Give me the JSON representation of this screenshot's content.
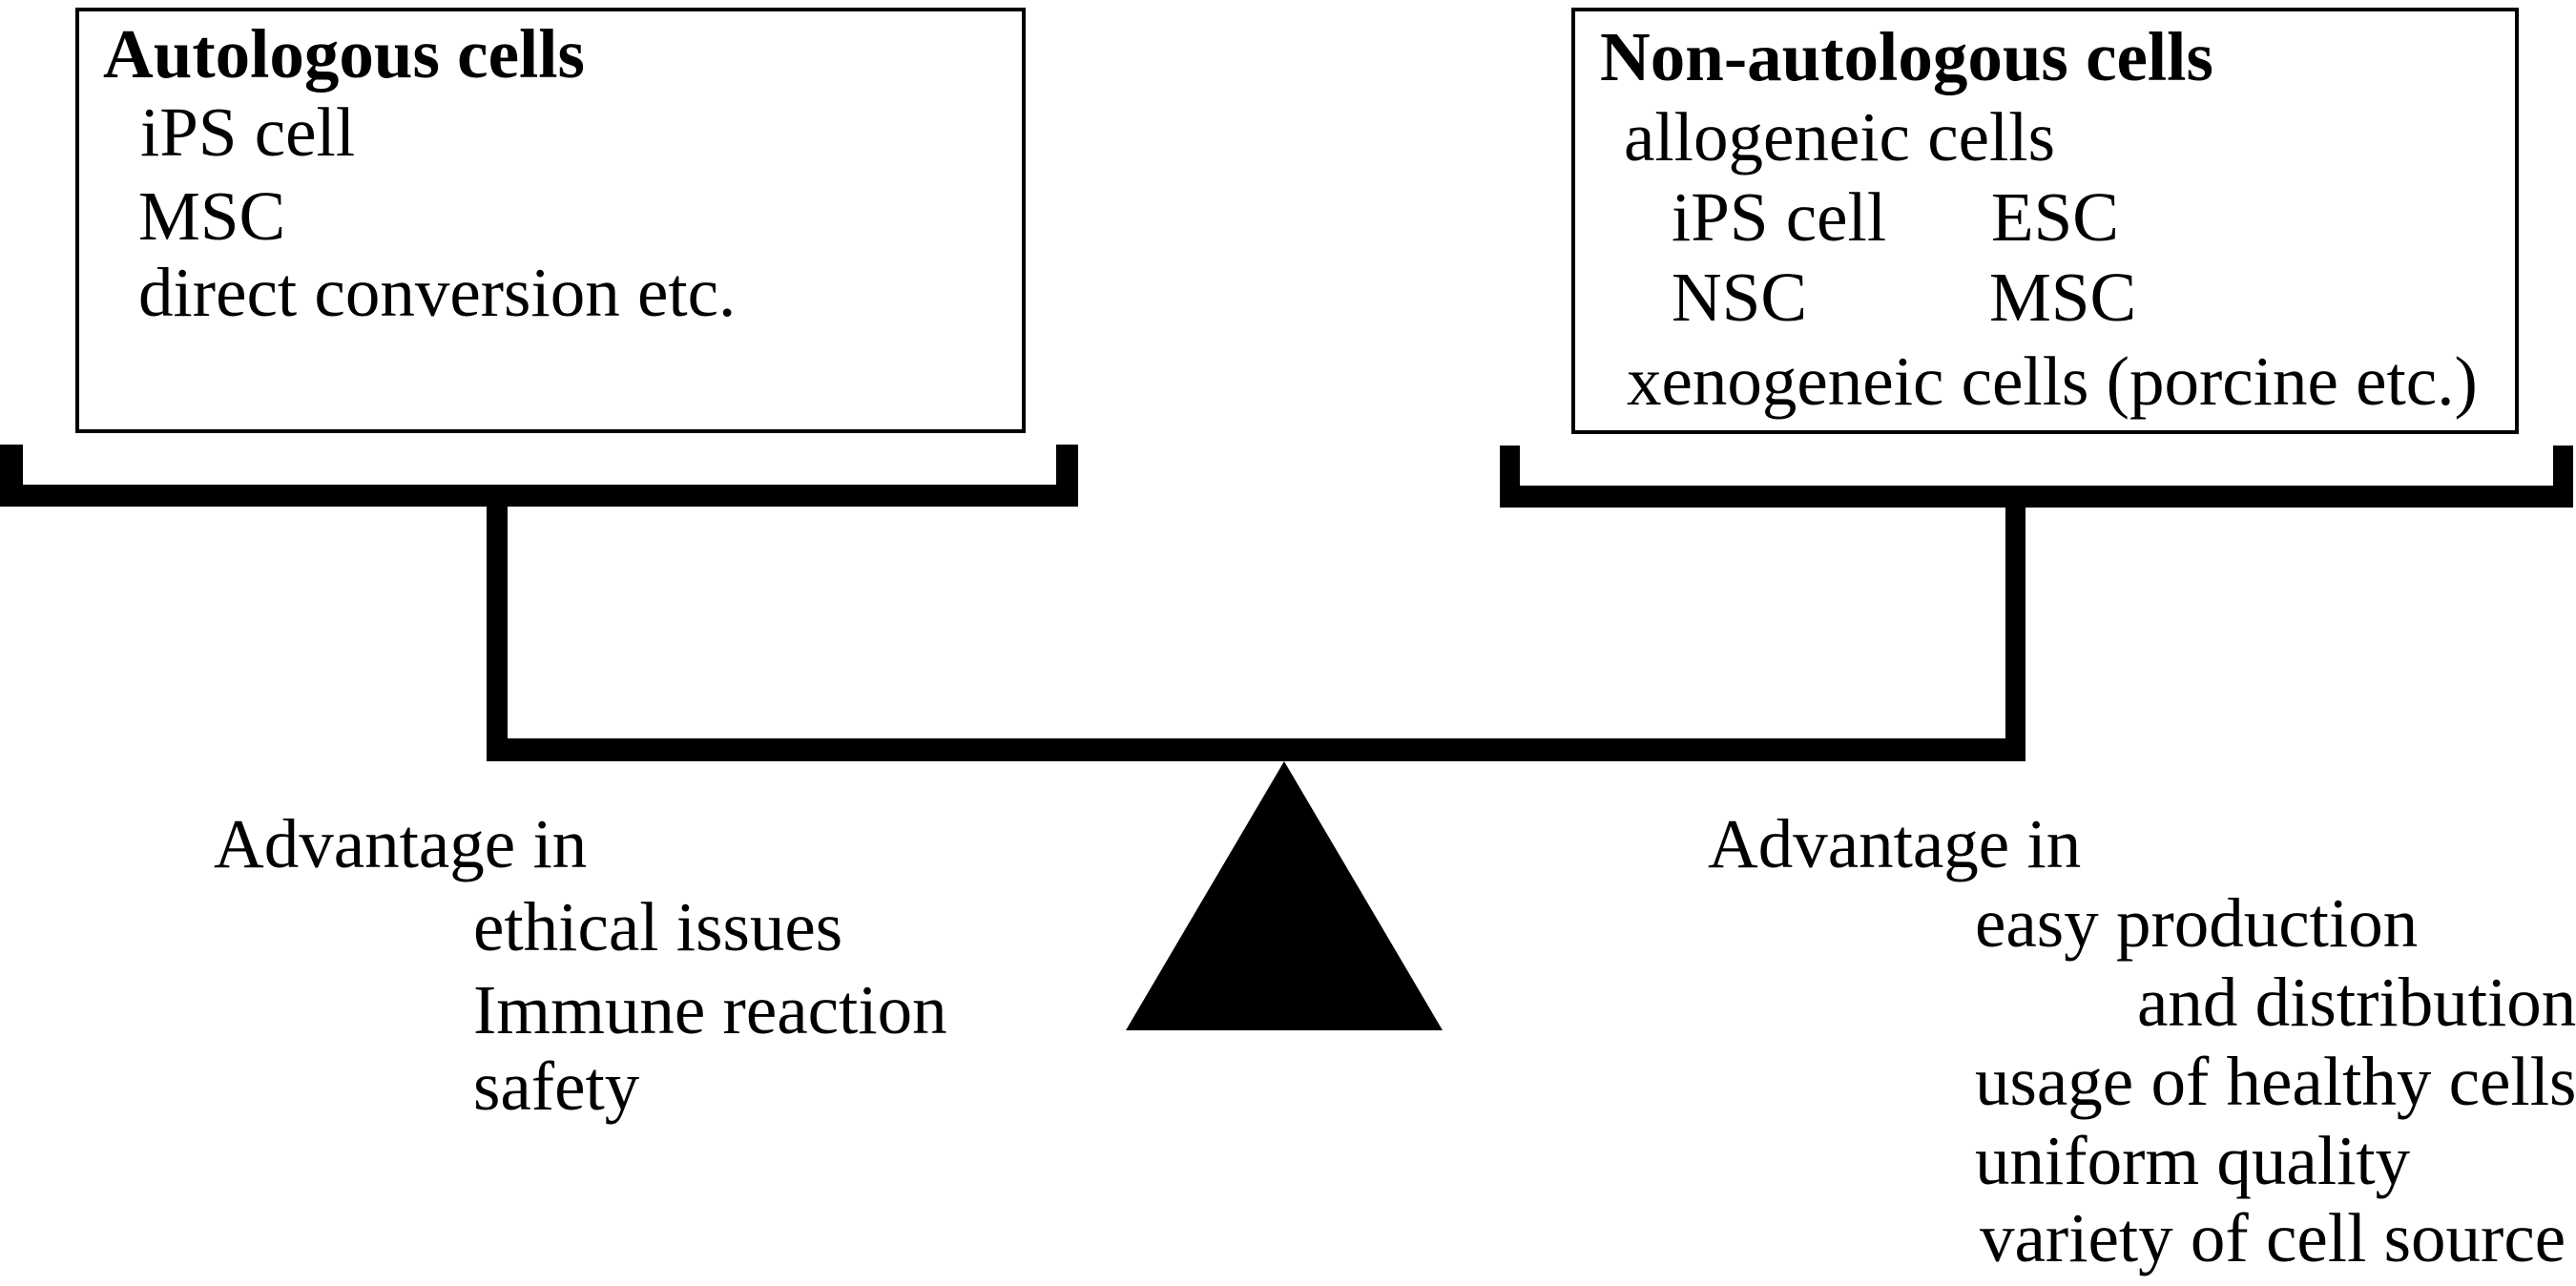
{
  "figure": {
    "colors": {
      "ink": "#000000",
      "background": "#ffffff"
    },
    "left_box": {
      "title": "Autologous cells",
      "items": [
        "iPS cell",
        "MSC",
        "direct conversion etc."
      ]
    },
    "right_box": {
      "title": "Non-autologous cells",
      "subtitle": "allogeneic cells",
      "grid": [
        [
          "iPS cell",
          "ESC"
        ],
        [
          "NSC",
          "MSC"
        ]
      ],
      "footer": "xenogeneic cells (porcine etc.)"
    },
    "left_advantages": {
      "heading": "Advantage in",
      "items": [
        "ethical issues",
        "Immune reaction",
        "safety"
      ]
    },
    "right_advantages": {
      "heading": "Advantage in",
      "items": [
        "easy production",
        "and distribution",
        "usage of healthy cells",
        "uniform quality",
        "variety of cell source"
      ]
    }
  }
}
